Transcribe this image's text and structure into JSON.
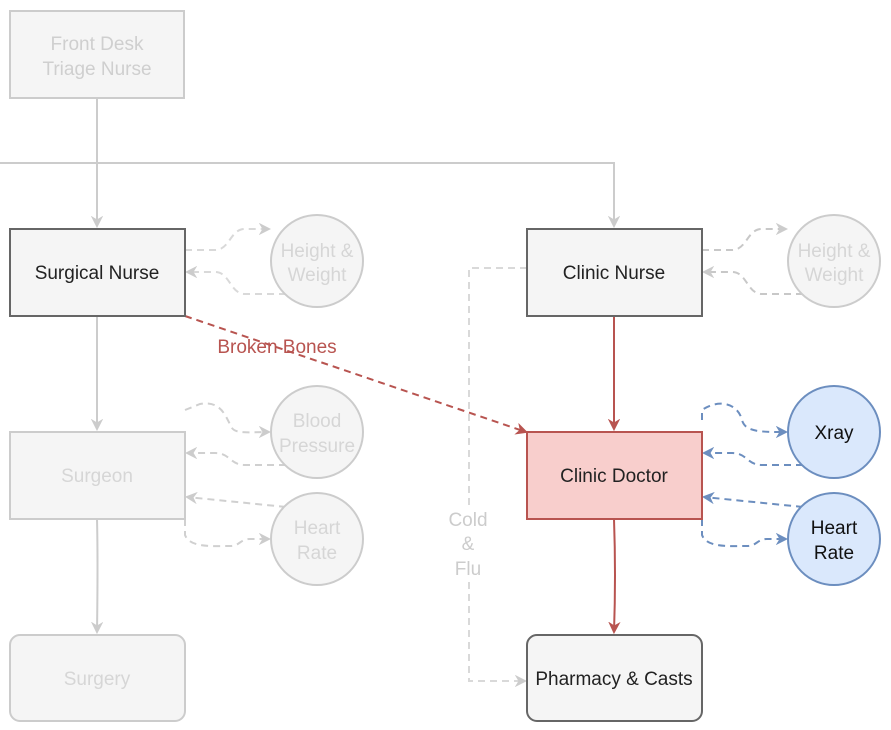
{
  "nodes": {
    "front_desk": {
      "line1": "Front Desk",
      "line2": "Triage Nurse"
    },
    "surgical_nurse": {
      "label": "Surgical Nurse"
    },
    "clinic_nurse": {
      "label": "Clinic Nurse"
    },
    "surgeon": {
      "label": "Surgeon"
    },
    "clinic_doctor": {
      "label": "Clinic Doctor"
    },
    "surgery": {
      "label": "Surgery"
    },
    "pharmacy": {
      "label": "Pharmacy & Casts"
    },
    "sn_height_weight": {
      "line1": "Height &",
      "line2": "Weight"
    },
    "cn_height_weight": {
      "line1": "Height &",
      "line2": "Weight"
    },
    "blood_pressure": {
      "line1": "Blood",
      "line2": "Pressure"
    },
    "surgeon_heart_rate": {
      "line1": "Heart",
      "line2": "Rate"
    },
    "xray": {
      "label": "Xray"
    },
    "doctor_heart_rate": {
      "line1": "Heart",
      "line2": "Rate"
    }
  },
  "edge_labels": {
    "broken_bones": "Broken Bones",
    "cold_flu": {
      "line1": "Cold",
      "line2": "&",
      "line3": "Flu"
    }
  },
  "colors": {
    "faded_stroke": "#cccccc",
    "faded_fill": "#f5f5f5",
    "faded_text": "#d0d0d0",
    "active_stroke": "#666666",
    "active_fill": "#f5f5f5",
    "doctor_stroke": "#b85450",
    "doctor_fill": "#f8cecc",
    "blue_stroke": "#6c8ebf",
    "blue_fill": "#dae8fc",
    "red_edge": "#b85450"
  }
}
